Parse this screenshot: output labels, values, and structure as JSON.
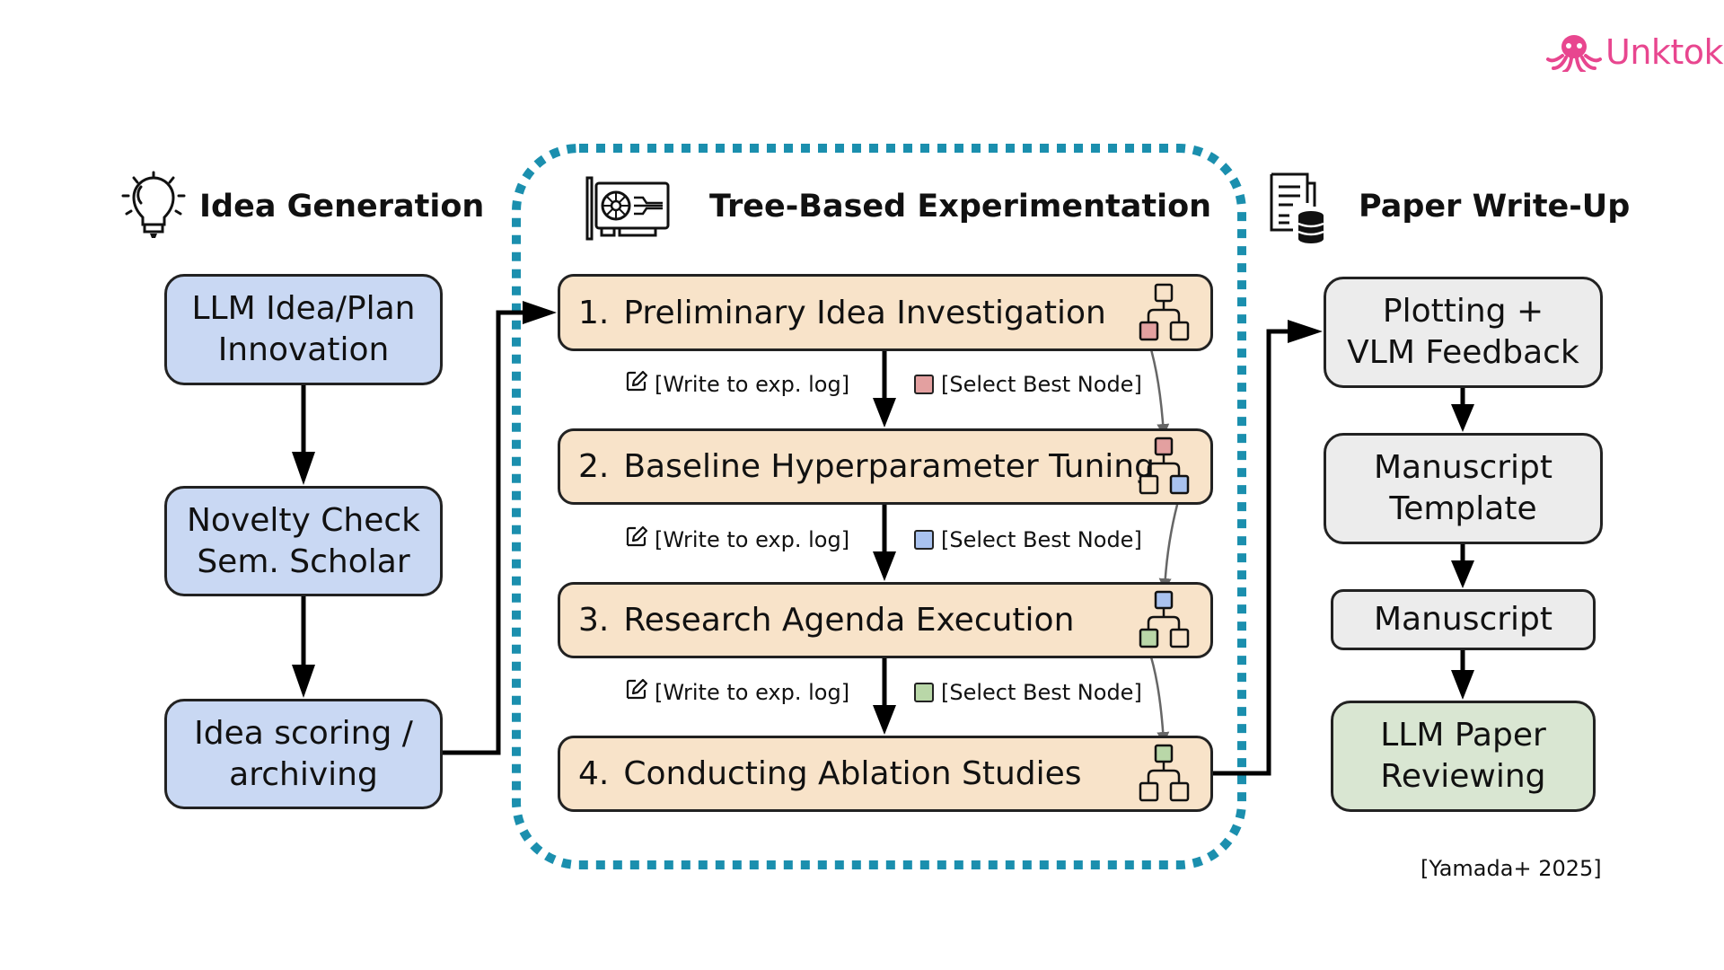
{
  "brand": {
    "name": "Unktok",
    "color": "#e8468f",
    "icon": "octopus-icon"
  },
  "colors": {
    "dashed_border": "#1b8fae",
    "idea_box": "#c9d8f3",
    "step_box": "#f8e3c9",
    "writeup_box": "#ececec",
    "review_box": "#d9e6d2",
    "node_red": "#e3a0a0",
    "node_blue": "#a9c2ef",
    "node_green": "#b9d7a8"
  },
  "sections": {
    "idea_generation": {
      "title": "Idea Generation",
      "icon": "lightbulb-icon",
      "boxes": [
        {
          "line1": "LLM Idea/Plan",
          "line2": "Innovation"
        },
        {
          "line1": "Novelty Check",
          "line2": "Sem. Scholar"
        },
        {
          "line1": "Idea scoring /",
          "line2": "archiving"
        }
      ]
    },
    "experimentation": {
      "title": "Tree-Based Experimentation",
      "icon": "gpu-card-icon",
      "steps": [
        {
          "num": "1.",
          "label": "Preliminary Idea Investigation",
          "top_node": "none",
          "best_node": "red"
        },
        {
          "num": "2.",
          "label": "Baseline Hyperparameter Tuning",
          "top_node": "red",
          "best_node": "blue"
        },
        {
          "num": "3.",
          "label": "Research Agenda Execution",
          "top_node": "blue",
          "best_node": "green"
        },
        {
          "num": "4.",
          "label": "Conducting Ablation Studies",
          "top_node": "green",
          "best_node": "none"
        }
      ],
      "annotations": [
        {
          "write_log": "[Write to exp. log]",
          "select_best": "[Select Best Node]",
          "swatch": "red"
        },
        {
          "write_log": "[Write to exp. log]",
          "select_best": "[Select Best Node]",
          "swatch": "blue"
        },
        {
          "write_log": "[Write to exp. log]",
          "select_best": "[Select Best Node]",
          "swatch": "green"
        }
      ]
    },
    "paper_writeup": {
      "title": "Paper Write-Up",
      "icon": "document-database-icon",
      "boxes": [
        {
          "line1": "Plotting +",
          "line2": "VLM Feedback"
        },
        {
          "line1": "Manuscript",
          "line2": "Template"
        },
        {
          "line1": "Manuscript",
          "line2": ""
        },
        {
          "line1": "LLM Paper",
          "line2": "Reviewing"
        }
      ]
    }
  },
  "citation": "[Yamada+ 2025]"
}
